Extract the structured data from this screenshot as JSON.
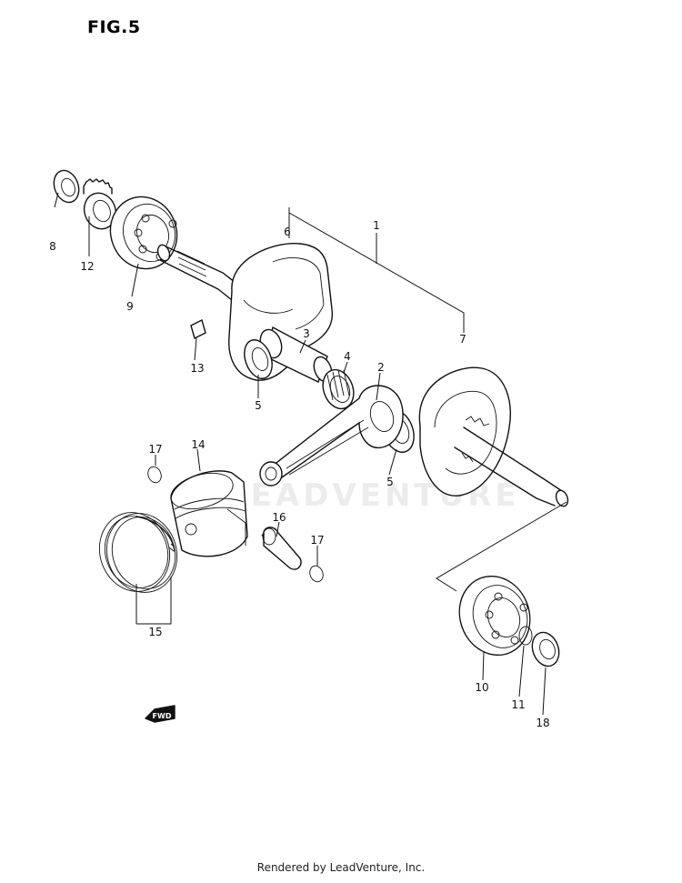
{
  "figure": {
    "title": "FIG.5"
  },
  "watermark": "LEADVENTURE",
  "fwd_label": "FWD",
  "callouts": [
    {
      "id": "1",
      "label": "1"
    },
    {
      "id": "2",
      "label": "2"
    },
    {
      "id": "3",
      "label": "3"
    },
    {
      "id": "4",
      "label": "4"
    },
    {
      "id": "5a",
      "label": "5"
    },
    {
      "id": "5b",
      "label": "5"
    },
    {
      "id": "6",
      "label": "6"
    },
    {
      "id": "7",
      "label": "7"
    },
    {
      "id": "8",
      "label": "8"
    },
    {
      "id": "9",
      "label": "9"
    },
    {
      "id": "10",
      "label": "10"
    },
    {
      "id": "11",
      "label": "11"
    },
    {
      "id": "12",
      "label": "12"
    },
    {
      "id": "13",
      "label": "13"
    },
    {
      "id": "14",
      "label": "14"
    },
    {
      "id": "15",
      "label": "15"
    },
    {
      "id": "16",
      "label": "16"
    },
    {
      "id": "17a",
      "label": "17"
    },
    {
      "id": "17b",
      "label": "17"
    },
    {
      "id": "18",
      "label": "18"
    }
  ],
  "footer": {
    "text": "Rendered by LeadVenture, Inc."
  }
}
